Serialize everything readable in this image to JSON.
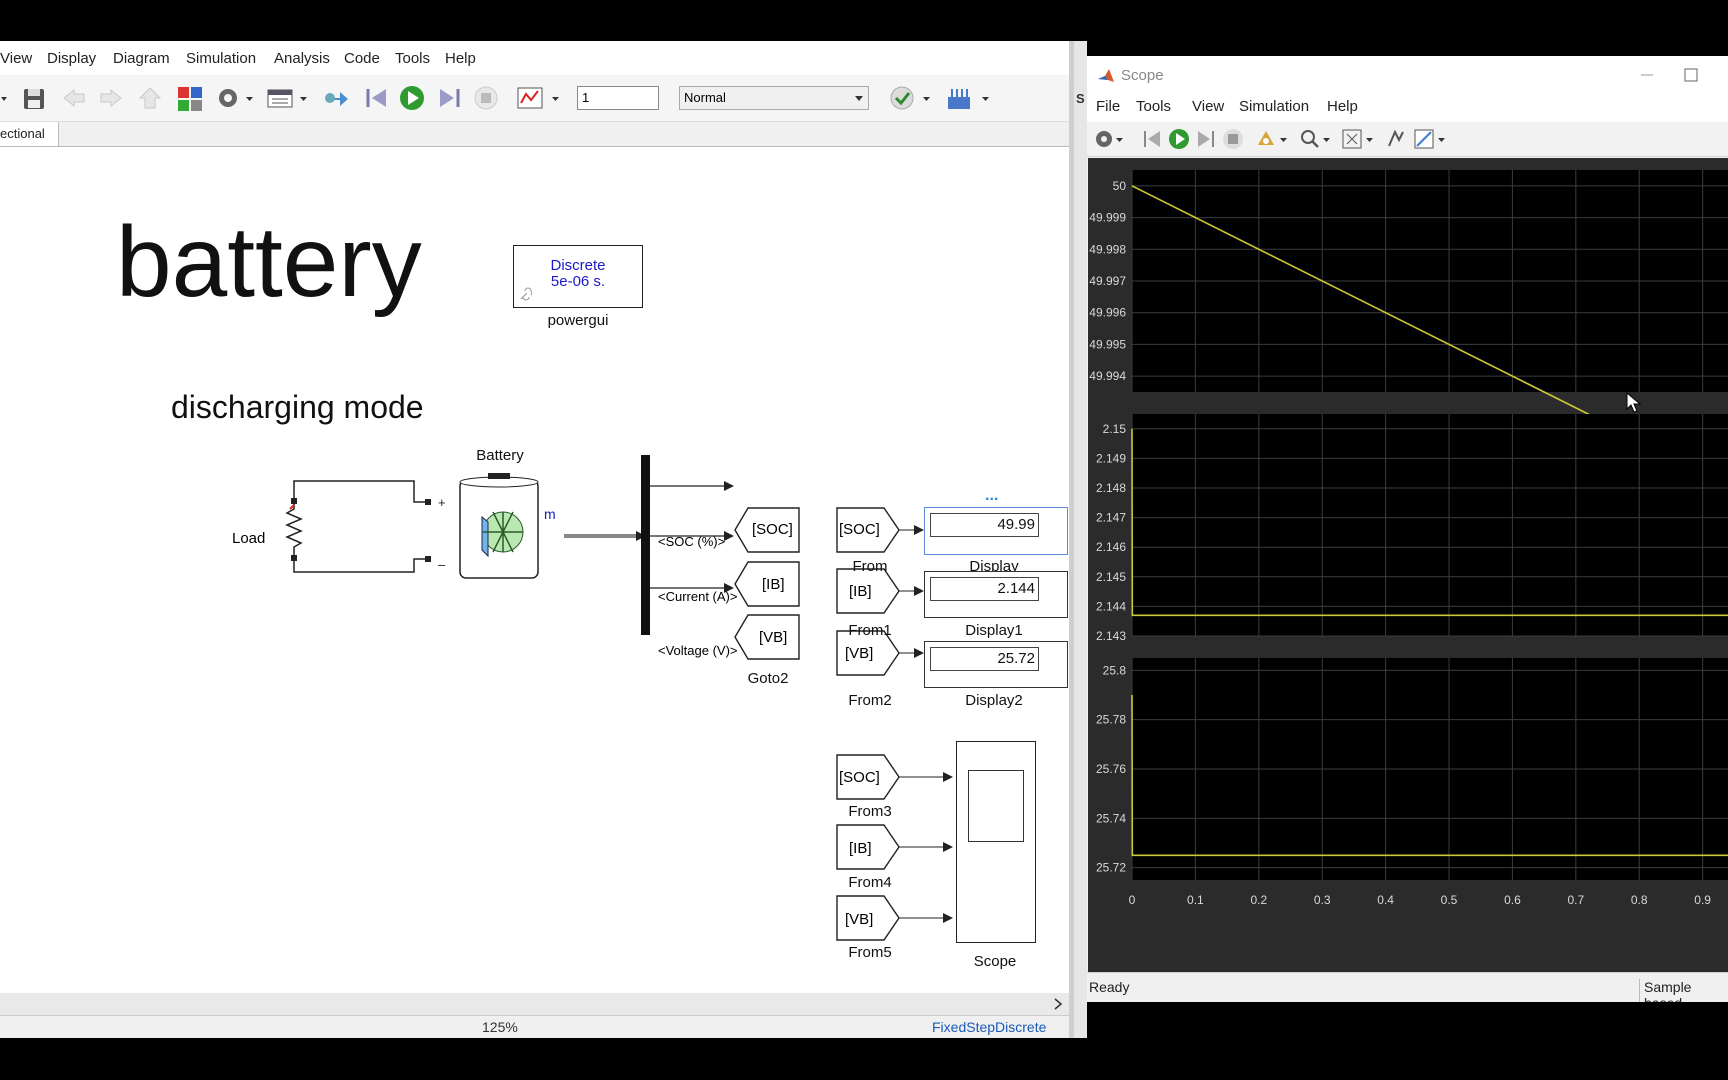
{
  "simulink": {
    "menus": [
      "View",
      "Display",
      "Diagram",
      "Simulation",
      "Analysis",
      "Code",
      "Tools",
      "Help"
    ],
    "toolbar": {
      "stop_time": "1",
      "sim_mode": "Normal"
    },
    "tab_label": "ectional",
    "title_text": "battery",
    "subtitle_text": "discharging mode",
    "powergui": {
      "line1": "Discrete",
      "line2": "5e-06 s.",
      "label": "powergui"
    },
    "battery_label": "Battery",
    "battery_port": "m",
    "load_label": "Load",
    "bus_signals": [
      "<SOC (%)>",
      "<Current (A)>",
      "<Voltage (V)>"
    ],
    "goto_tags": [
      "[SOC]",
      "[IB]",
      "[VB]"
    ],
    "goto_label": "Goto2",
    "from_blocks": [
      {
        "tag": "[SOC]",
        "label": "From"
      },
      {
        "tag": "[IB]",
        "label": "From1"
      },
      {
        "tag": "[VB]",
        "label": "From2"
      },
      {
        "tag": "[SOC]",
        "label": "From3"
      },
      {
        "tag": "[IB]",
        "label": "From4"
      },
      {
        "tag": "[VB]",
        "label": "From5"
      }
    ],
    "displays": [
      {
        "value": "49.99",
        "label": "Display"
      },
      {
        "value": "2.144",
        "label": "Display1"
      },
      {
        "value": "25.72",
        "label": "Display2"
      }
    ],
    "scope_block_label": "Scope",
    "ellipsis": "...",
    "status": {
      "zoom": "125%",
      "solver": "FixedStepDiscrete"
    }
  },
  "scope": {
    "title": "Scope",
    "menus": [
      "File",
      "Tools",
      "View",
      "Simulation",
      "Help"
    ],
    "status": {
      "left": "Ready",
      "right": "Sample based"
    },
    "side_marker": "S"
  },
  "chart_data": [
    {
      "type": "line",
      "title": "",
      "x": [
        0,
        1
      ],
      "series": [
        {
          "values": [
            50,
            49.99
          ]
        }
      ],
      "xlim": [
        0,
        0.94
      ],
      "ylim": [
        49.9935,
        50.0005
      ],
      "yticks": [
        "50",
        "49.999",
        "49.998",
        "49.997",
        "49.996",
        "49.995",
        "49.994"
      ],
      "grid": true
    },
    {
      "type": "line",
      "title": "",
      "x": [
        0,
        0.0005,
        1
      ],
      "series": [
        {
          "values": [
            2.15,
            2.1437,
            2.1437
          ]
        }
      ],
      "xlim": [
        0,
        0.94
      ],
      "ylim": [
        2.143,
        2.1505
      ],
      "yticks": [
        "2.15",
        "2.149",
        "2.148",
        "2.147",
        "2.146",
        "2.145",
        "2.144",
        "2.143"
      ],
      "grid": true
    },
    {
      "type": "line",
      "title": "",
      "x": [
        0,
        0.0005,
        1
      ],
      "series": [
        {
          "values": [
            25.79,
            25.725,
            25.725
          ]
        }
      ],
      "xlim": [
        0,
        0.94
      ],
      "xticks": [
        "0",
        "0.1",
        "0.2",
        "0.3",
        "0.4",
        "0.5",
        "0.6",
        "0.7",
        "0.8",
        "0.9"
      ],
      "ylim": [
        25.715,
        25.805
      ],
      "yticks": [
        "25.8",
        "25.78",
        "25.76",
        "25.74",
        "25.72"
      ],
      "grid": true
    }
  ],
  "colors": {
    "trace": "#c9c93a",
    "plot_bg": "#000000",
    "grid": "#3c3c3c",
    "link_blue": "#1a1acc"
  }
}
